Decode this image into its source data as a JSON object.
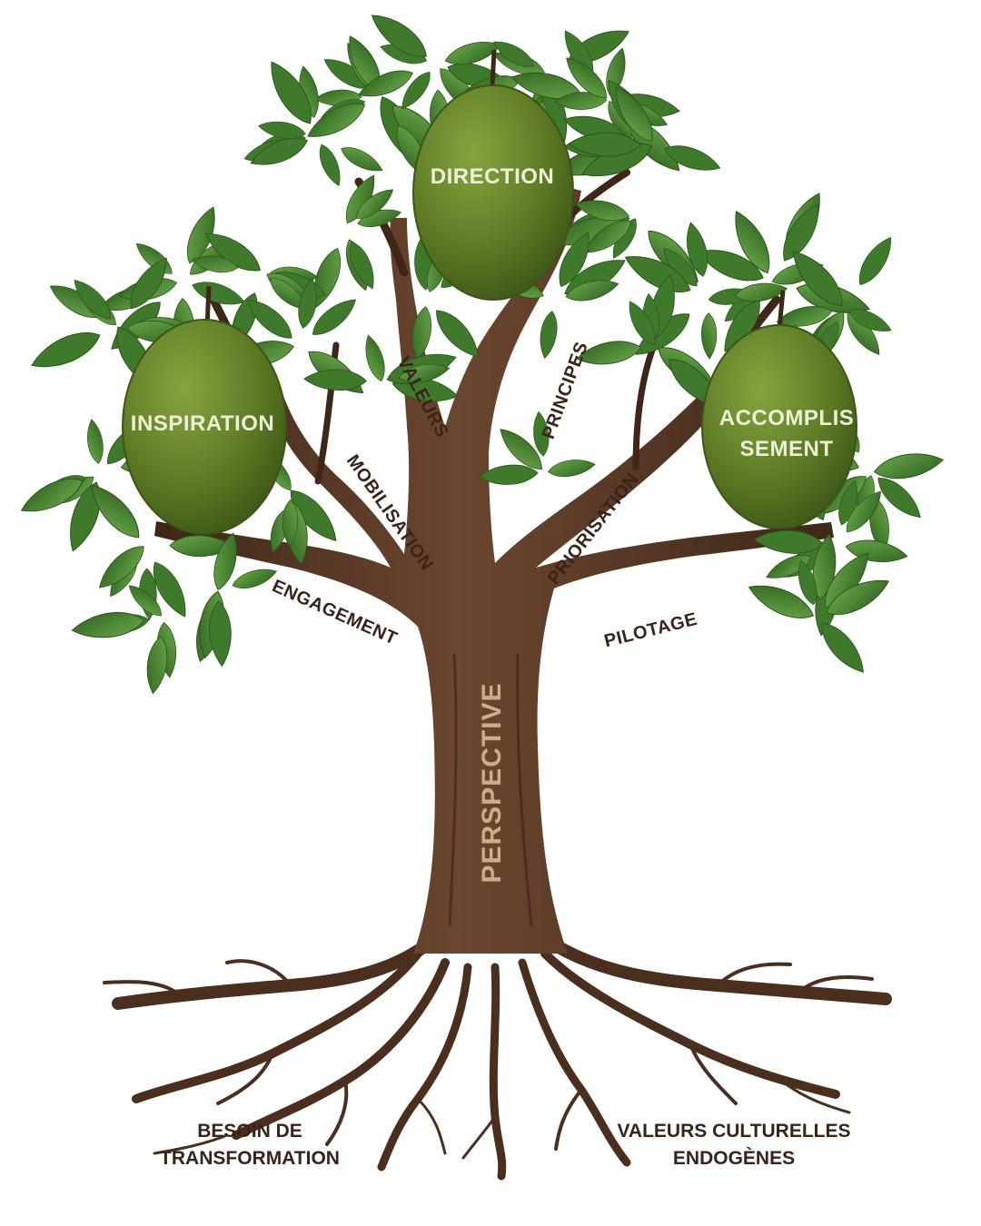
{
  "fruits": {
    "direction": "DIRECTION",
    "inspiration": "INSPIRATION",
    "accomplissement_line1": "ACCOMPLIS",
    "accomplissement_line2": "SEMENT"
  },
  "branches": {
    "valeurs": "VALEURS",
    "principes": "PRINCIPES",
    "mobilisation": "MOBILISATION",
    "priorisation": "PRIORISATION",
    "engagement": "ENGAGEMENT",
    "pilotage": "PILOTAGE"
  },
  "trunk": {
    "label": "PERSPECTIVE"
  },
  "roots": {
    "left_line1": "BESOIN DE",
    "left_line2": "TRANSFORMATION",
    "right_line1": "VALEURS CULTURELLES",
    "right_line2": "ENDOGÈNES"
  },
  "colors": {
    "bark": "#5b3a25",
    "bark_dark": "#3e2718",
    "leaf": "#3f7a2c",
    "leaf_light": "#6aa64a",
    "fruit": "#5c7a24",
    "fruit_dark": "#3f5a17",
    "label_dark": "#3a2418",
    "trunk_text": "#c9ae8c"
  }
}
